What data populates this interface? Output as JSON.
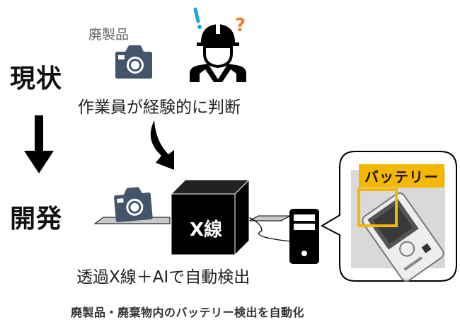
{
  "stages": {
    "current": {
      "label": "現状"
    },
    "development": {
      "label": "開発"
    }
  },
  "current_flow": {
    "item_label": "廃製品",
    "caption": "作業員が経験的に判断",
    "exclaim_mark": "!",
    "question_mark": "?"
  },
  "development_flow": {
    "xray_label": "X線",
    "caption": "透過X線＋AIで自動検出",
    "detection_tag": "バッテリー"
  },
  "footer": {
    "summary": "廃製品・廃棄物内のバッテリー検出を自動化"
  },
  "colors": {
    "camera": "#44546a",
    "exclaim": "#1fa5dc",
    "question": "#ed7d31",
    "detection_box": "#f5b800",
    "xray_bg": "#d9d9d9"
  },
  "icons": [
    "camera-icon",
    "worker-icon",
    "down-arrow-icon",
    "curved-arrow-icon",
    "xray-machine-icon",
    "computer-tower-icon",
    "speech-bubble",
    "xray-image"
  ]
}
